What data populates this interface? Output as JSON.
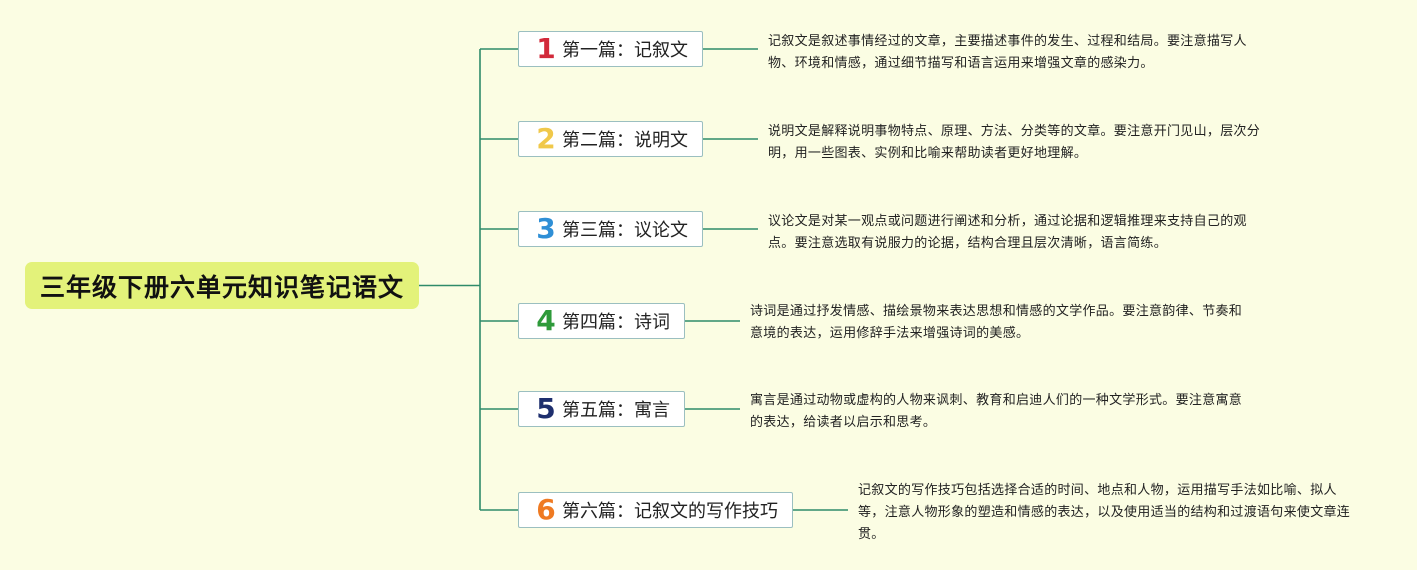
{
  "root": {
    "title": "三年级下册六单元知识笔记语文",
    "fill": "#e3f27a"
  },
  "connector_color": "#2e8b6a",
  "branches": [
    {
      "badge": "1",
      "badge_color": "#d22a3a",
      "label": "第一篇：记叙文",
      "desc": "记叙文是叙述事情经过的文章，主要描述事件的发生、过程和结局。要注意描写人物、环境和情感，通过细节描写和语言运用来增强文章的感染力。"
    },
    {
      "badge": "2",
      "badge_color": "#f0c84a",
      "label": "第二篇：说明文",
      "desc": "说明文是解释说明事物特点、原理、方法、分类等的文章。要注意开门见山，层次分明，用一些图表、实例和比喻来帮助读者更好地理解。"
    },
    {
      "badge": "3",
      "badge_color": "#2f8fd6",
      "label": "第三篇：议论文",
      "desc": "议论文是对某一观点或问题进行阐述和分析，通过论据和逻辑推理来支持自己的观点。要注意选取有说服力的论据，结构合理且层次清晰，语言简练。"
    },
    {
      "badge": "4",
      "badge_color": "#2e9a3a",
      "label": "第四篇：诗词",
      "desc": "诗词是通过抒发情感、描绘景物来表达思想和情感的文学作品。要注意韵律、节奏和意境的表达，运用修辞手法来增强诗词的美感。"
    },
    {
      "badge": "5",
      "badge_color": "#1e2f6e",
      "label": "第五篇：寓言",
      "desc": "寓言是通过动物或虚构的人物来讽刺、教育和启迪人们的一种文学形式。要注意寓意的表达，给读者以启示和思考。"
    },
    {
      "badge": "6",
      "badge_color": "#ef7a22",
      "label": "第六篇：记叙文的写作技巧",
      "desc": "记叙文的写作技巧包括选择合适的时间、地点和人物，运用描写手法如比喻、拟人等，注意人物形象的塑造和情感的表达，以及使用适当的结构和过渡语句来使文章连贯。"
    }
  ]
}
